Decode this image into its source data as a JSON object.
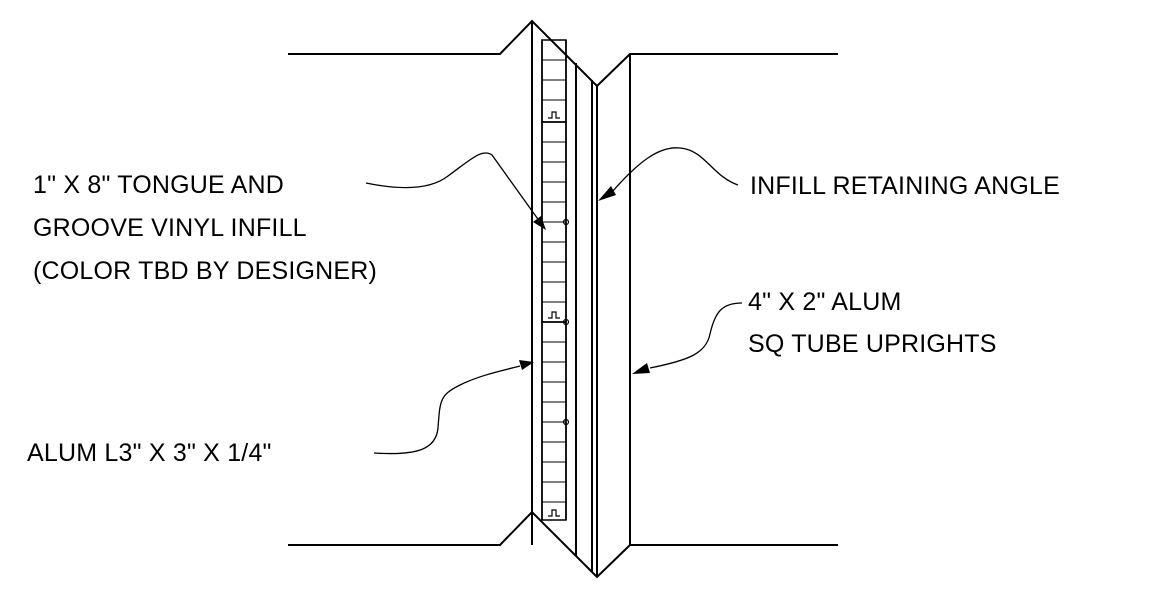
{
  "labels": {
    "tongue_groove": [
      "1\" X 8\" TONGUE AND",
      "GROOVE VINYL INFILL",
      "(COLOR TBD BY DESIGNER)"
    ],
    "retaining_angle": [
      "INFILL RETAINING ANGLE"
    ],
    "alum_tube": [
      "4\" X 2\" ALUM",
      "SQ TUBE UPRIGHTS"
    ],
    "alum_angle": [
      "ALUM L3\" X 3\" X 1/4\""
    ]
  }
}
